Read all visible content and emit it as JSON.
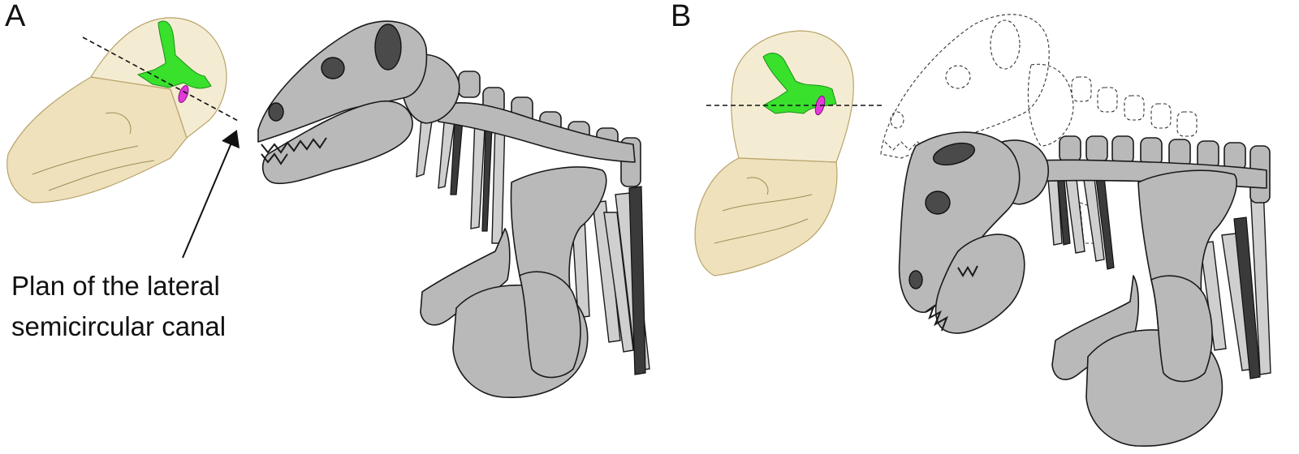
{
  "panels": [
    {
      "label": "A"
    },
    {
      "label": "B"
    }
  ],
  "annotation": {
    "line1": "Plan of the lateral",
    "line2": "semicircular canal"
  },
  "colors": {
    "bone": "#b9b9b9",
    "canal": "#39e02c",
    "canal_accent": "#e23ad8",
    "fossil": "#e8d7a6"
  }
}
